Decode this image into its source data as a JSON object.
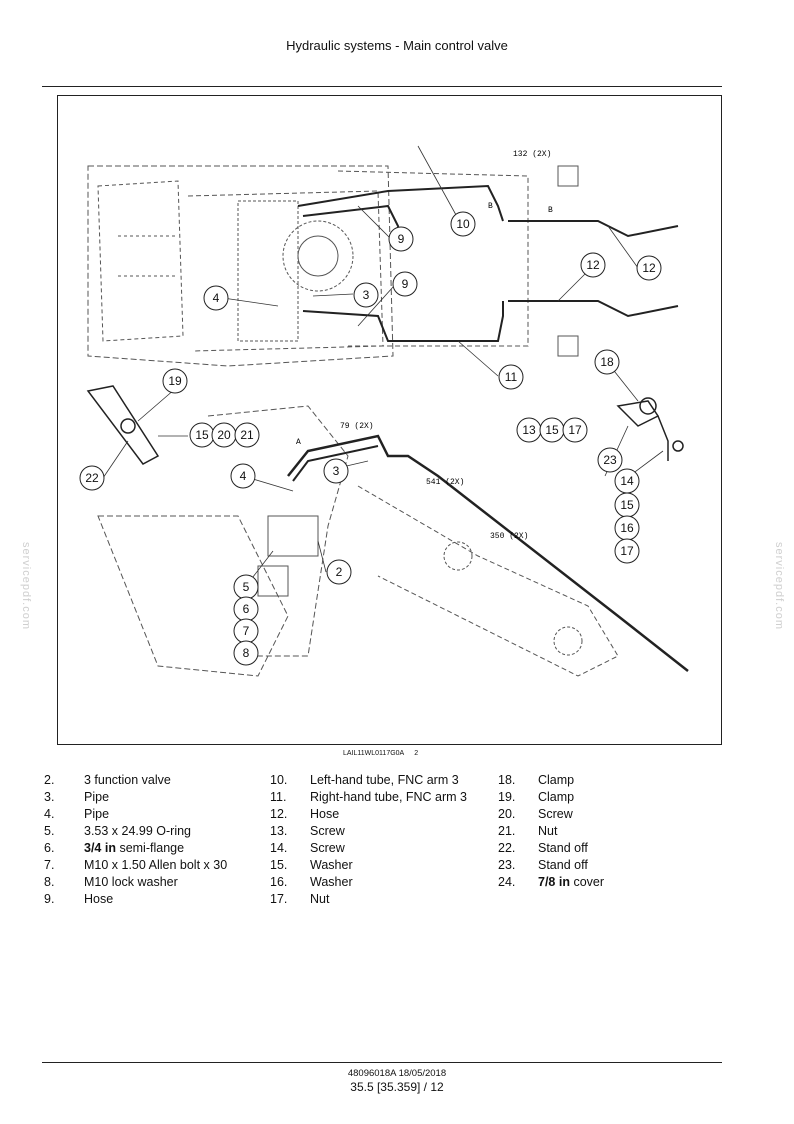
{
  "header": {
    "title": "Hydraulic systems - Main control valve"
  },
  "figure": {
    "caption_code": "LAIL11WL0117G0A",
    "caption_number": "2",
    "dimensions": [
      "79 (2X)",
      "541 (2X)",
      "350 (2X)",
      "132 (2X)"
    ],
    "section_markers": [
      "A",
      "B",
      "B"
    ],
    "callouts": {
      "top": [
        "9",
        "10",
        "3",
        "4",
        "9",
        "12",
        "12",
        "11"
      ],
      "left": [
        "19",
        "15",
        "20",
        "21",
        "22"
      ],
      "bottom": [
        "4",
        "3",
        "2",
        "5",
        "6",
        "7",
        "8"
      ],
      "right": [
        "18",
        "13",
        "15",
        "17",
        "23",
        "14",
        "15",
        "16",
        "17"
      ]
    }
  },
  "parts": {
    "col1": [
      {
        "n": "2.",
        "d": "3 function valve"
      },
      {
        "n": "3.",
        "d": "Pipe"
      },
      {
        "n": "4.",
        "d": "Pipe"
      },
      {
        "n": "5.",
        "d": "3.53 x 24.99 O-ring"
      },
      {
        "n": "6.",
        "b": "3/4 in",
        "d": " semi-flange"
      },
      {
        "n": "7.",
        "d": "M10 x 1.50 Allen bolt x 30"
      },
      {
        "n": "8.",
        "d": "M10 lock washer"
      },
      {
        "n": "9.",
        "d": "Hose"
      }
    ],
    "col2": [
      {
        "n": "10.",
        "d": "Left-hand tube, FNC arm 3"
      },
      {
        "n": "11.",
        "d": "Right-hand tube, FNC arm 3"
      },
      {
        "n": "12.",
        "d": "Hose"
      },
      {
        "n": "13.",
        "d": "Screw"
      },
      {
        "n": "14.",
        "d": "Screw"
      },
      {
        "n": "15.",
        "d": "Washer"
      },
      {
        "n": "16.",
        "d": "Washer"
      },
      {
        "n": "17.",
        "d": "Nut"
      }
    ],
    "col3": [
      {
        "n": "18.",
        "d": "Clamp"
      },
      {
        "n": "19.",
        "d": "Clamp"
      },
      {
        "n": "20.",
        "d": "Screw"
      },
      {
        "n": "21.",
        "d": "Nut"
      },
      {
        "n": "22.",
        "d": "Stand off"
      },
      {
        "n": "23.",
        "d": "Stand off"
      },
      {
        "n": "24.",
        "b": "7/8 in",
        "d": " cover"
      }
    ]
  },
  "footer": {
    "doc": "48096018A 18/05/2018",
    "page": "35.5 [35.359] / 12"
  },
  "watermark": "servicepdf.com"
}
